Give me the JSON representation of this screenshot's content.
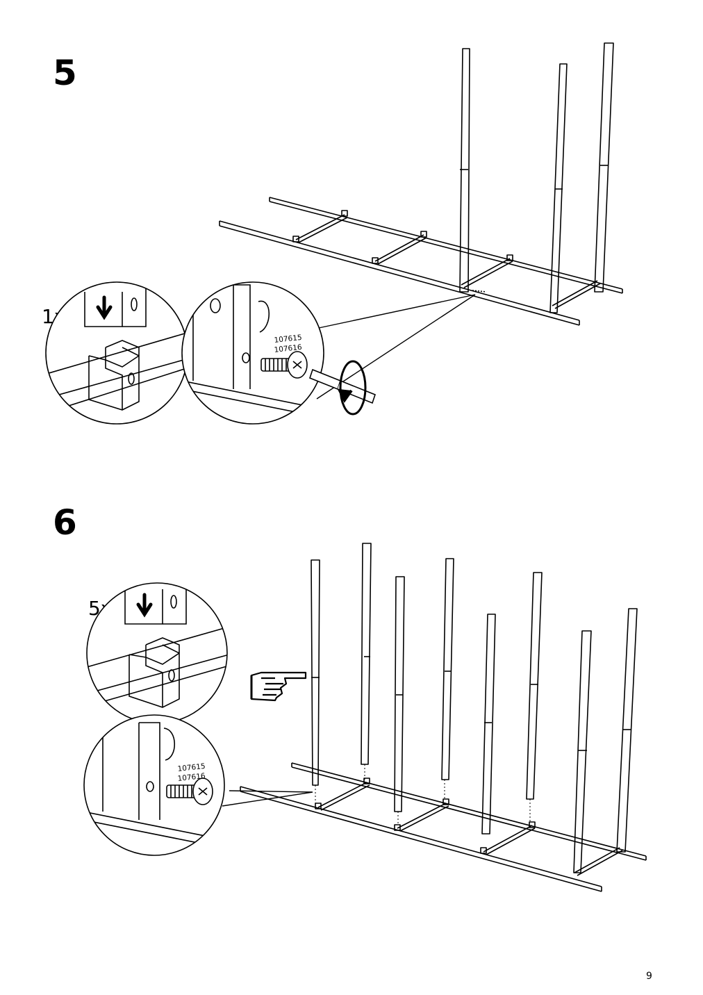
{
  "steps": [
    {
      "number": "5",
      "quantity": "1x",
      "part_numbers": [
        "107615",
        "107616"
      ]
    },
    {
      "number": "6",
      "quantity": "5x",
      "part_numbers": [
        "107615",
        "107616"
      ]
    }
  ],
  "page_number": "9",
  "icons": [
    "arrow-down-icon",
    "rotate-clockwise-icon",
    "pointing-hand-icon",
    "screw-icon",
    "screwdriver-icon"
  ]
}
